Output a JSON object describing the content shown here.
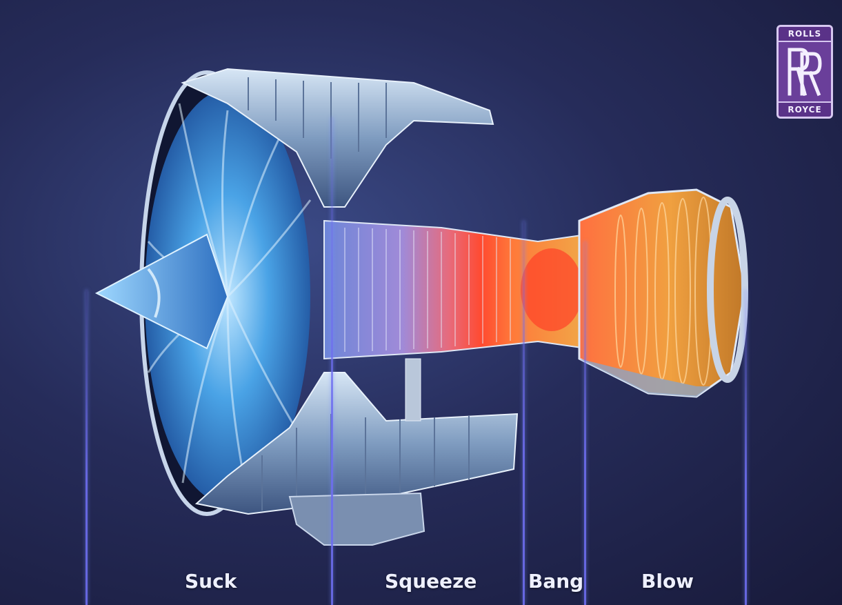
{
  "stages": [
    {
      "label": "Suck"
    },
    {
      "label": "Squeeze"
    },
    {
      "label": "Bang"
    },
    {
      "label": "Blow"
    }
  ],
  "logo": {
    "top_text": "ROLLS",
    "bottom_text": "ROYCE",
    "icon": "rr-monogram-icon",
    "color": "#6a3f9a"
  },
  "colors": {
    "background": "#262c5a",
    "divider": "#6e6ef0",
    "fan": "#4fa8e6",
    "compressor": "#9aa6e0",
    "combustor": "#ff5a3c",
    "turbine": "#f0a040"
  }
}
